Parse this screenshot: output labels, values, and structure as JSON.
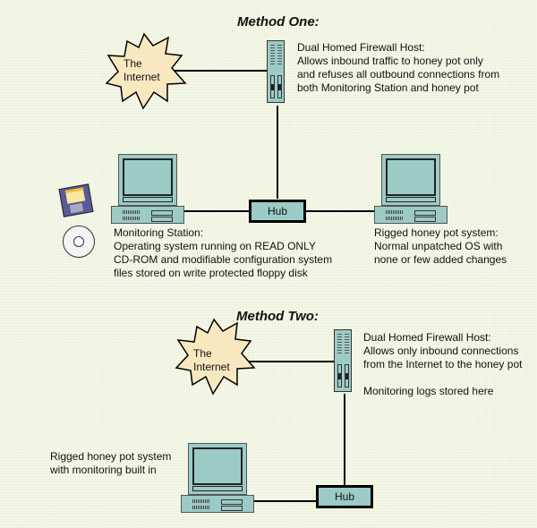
{
  "method_one": {
    "title": "Method One:",
    "internet_label_line1": "The",
    "internet_label_line2": "Internet",
    "firewall_text": [
      "Dual Homed Firewall Host:",
      "Allows inbound traffic to honey pot only",
      "and refuses all outbound connections from",
      "both Monitoring Station and honey pot"
    ],
    "hub_label": "Hub",
    "monitoring_text": [
      "Monitoring Station:",
      "Operating system running on READ ONLY",
      "CD-ROM and modifiable configuration system",
      "files stored on write protected floppy disk"
    ],
    "honeypot_text": [
      "Rigged honey pot system:",
      "Normal unpatched OS with",
      "none or few added changes"
    ]
  },
  "method_two": {
    "title": "Method Two:",
    "internet_label_line1": "The",
    "internet_label_line2": "Internet",
    "firewall_text": [
      "Dual Homed Firewall Host:",
      "Allows only inbound connections",
      "from the Internet to the honey pot",
      "",
      "Monitoring logs stored here"
    ],
    "hub_label": "Hub",
    "honeypot_text": [
      "Rigged honey pot system",
      "with monitoring built in"
    ]
  },
  "colors": {
    "device": "#9ccbc7",
    "internet": "#f8e8c0",
    "background": "#f4f7e6"
  }
}
